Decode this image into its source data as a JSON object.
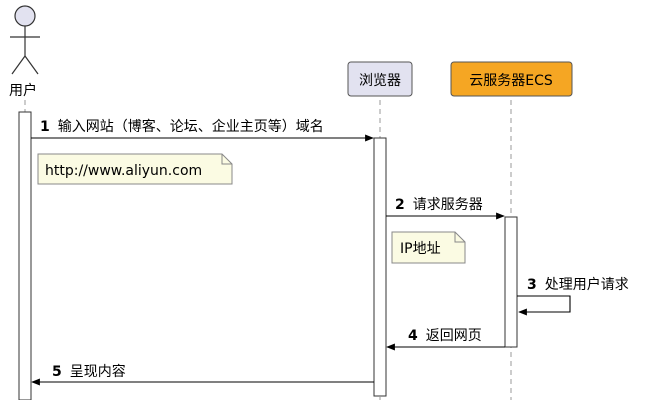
{
  "participants": {
    "user": "用户",
    "browser": "浏览器",
    "server": "云服务器ECS"
  },
  "messages": [
    {
      "num": "1",
      "text": "输入网站（博客、论坛、企业主页等）域名"
    },
    {
      "num": "2",
      "text": "请求服务器"
    },
    {
      "num": "3",
      "text": "处理用户请求"
    },
    {
      "num": "4",
      "text": "返回网页"
    },
    {
      "num": "5",
      "text": "呈现内容"
    }
  ],
  "notes": {
    "url": "http://www.aliyun.com",
    "ip": "IP地址"
  },
  "colors": {
    "participant_fill": "#e2e2f0",
    "server_fill": "#f5a623",
    "note_fill": "#fbfbe3",
    "activation_fill": "#ffffff",
    "actor_fill": "#e2e2f0"
  }
}
